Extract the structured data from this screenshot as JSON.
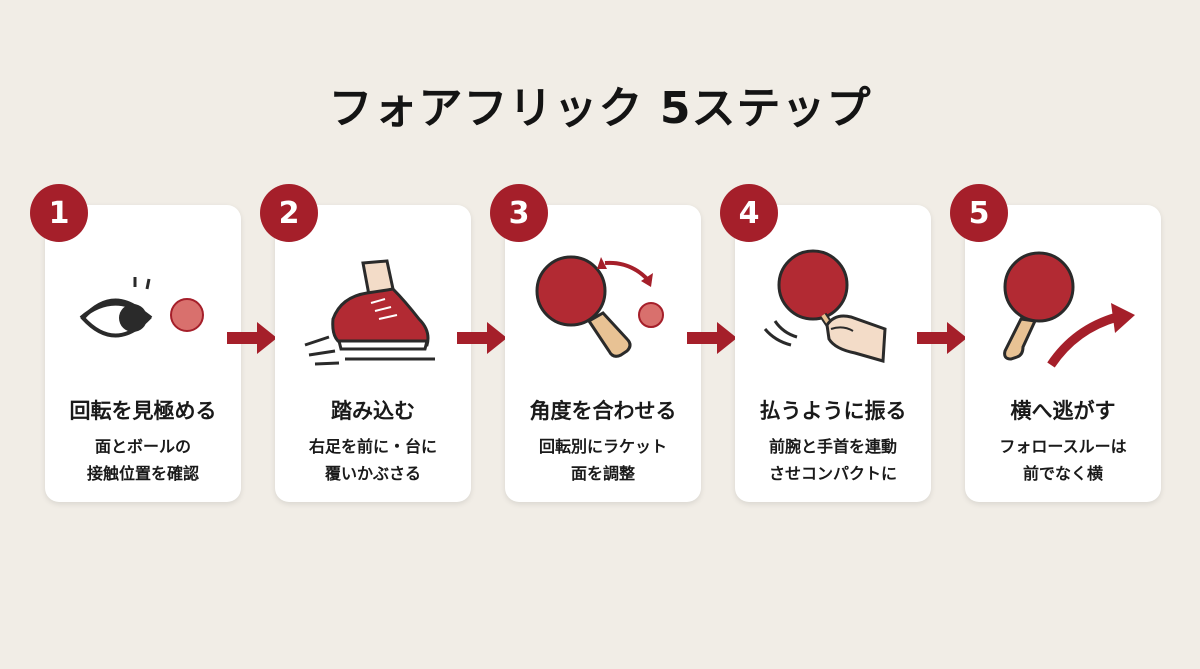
{
  "title": "フォアフリック 5ステップ",
  "accent_color": "#a51f2a",
  "steps": [
    {
      "number": "1",
      "title": "回転を見極める",
      "desc": [
        "面とボールの",
        "接触位置を確認"
      ],
      "icon": "eye-and-ball-icon"
    },
    {
      "number": "2",
      "title": "踏み込む",
      "desc": [
        "右足を前に・台に",
        "覆いかぶさる"
      ],
      "icon": "stepping-shoe-icon"
    },
    {
      "number": "3",
      "title": "角度を合わせる",
      "desc": [
        "回転別にラケット",
        "面を調整"
      ],
      "icon": "paddle-angle-icon"
    },
    {
      "number": "4",
      "title": "払うように振る",
      "desc": [
        "前腕と手首を連動",
        "させコンパクトに"
      ],
      "icon": "hand-swing-paddle-icon"
    },
    {
      "number": "5",
      "title": "横へ逃がす",
      "desc": [
        "フォロースルーは",
        "前でなく横"
      ],
      "icon": "paddle-follow-through-icon"
    }
  ]
}
